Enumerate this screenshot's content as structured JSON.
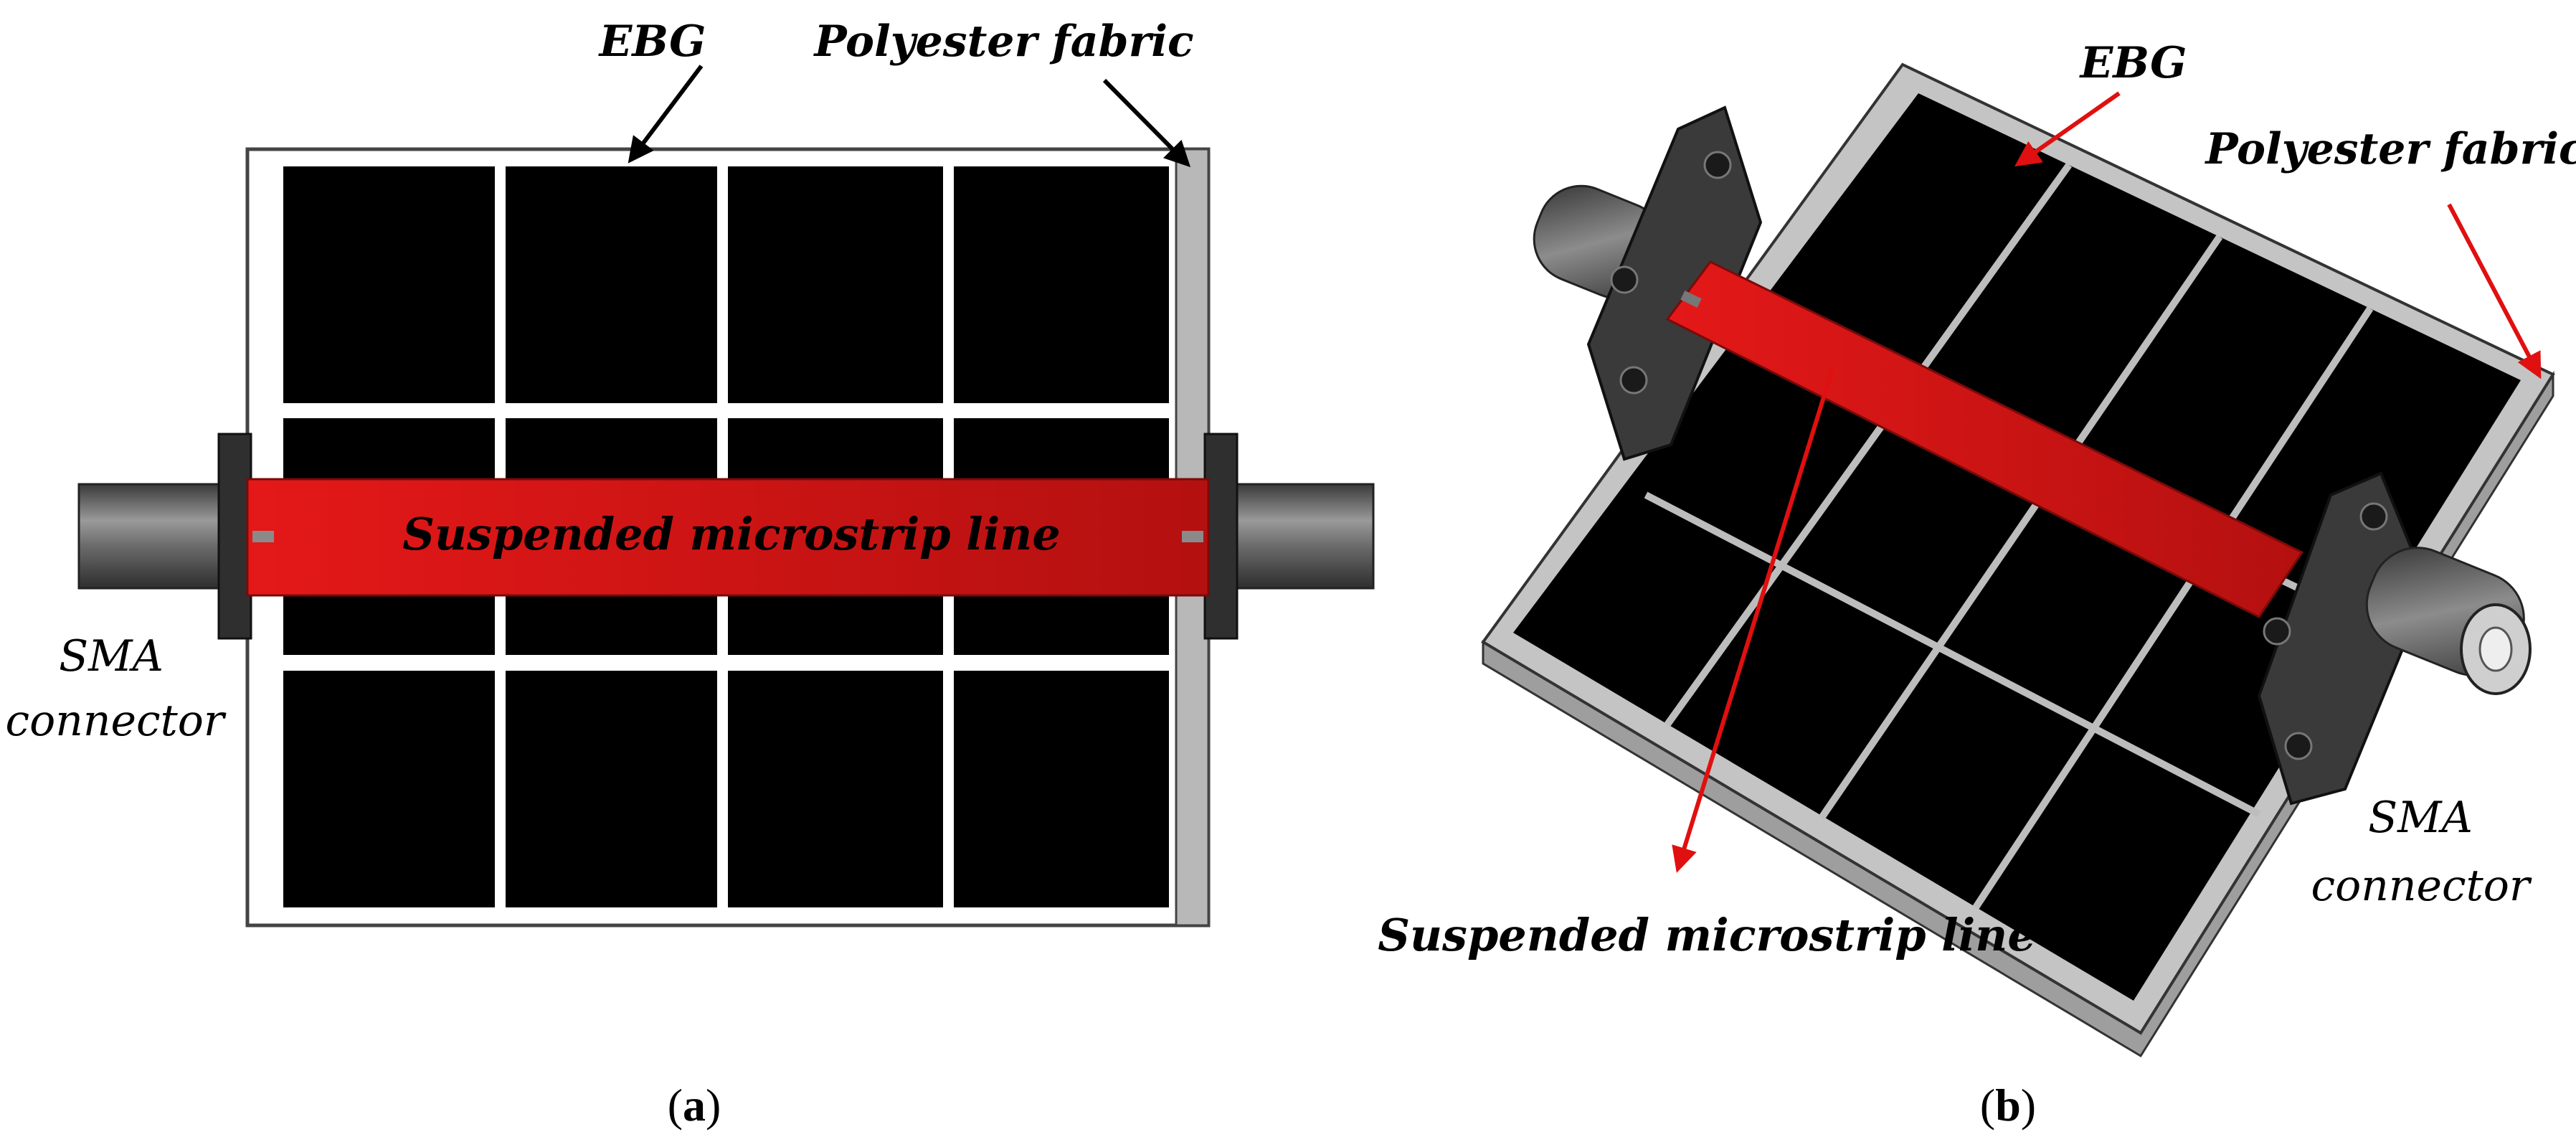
{
  "panel_a": {
    "label_ebg": "EBG",
    "label_fabric": "Polyester fabric",
    "label_strip": "Suspended microstrip line",
    "label_sma_1": "SMA",
    "label_sma_2": "connector",
    "caption_open": "(",
    "caption_letter": "a",
    "caption_close": ")"
  },
  "panel_b": {
    "label_ebg": "EBG",
    "label_fabric": "Polyester fabric",
    "label_strip": "Suspended microstrip line",
    "label_sma_1": "SMA",
    "label_sma_2": "connector",
    "caption_open": "(",
    "caption_letter": "b",
    "caption_close": ")"
  },
  "colors": {
    "patch": "#000000",
    "substrate": "#bdbdbd",
    "strip": "#d01515",
    "connector": "#555555",
    "arrow_a": "#000000",
    "arrow_b": "#e01010"
  }
}
